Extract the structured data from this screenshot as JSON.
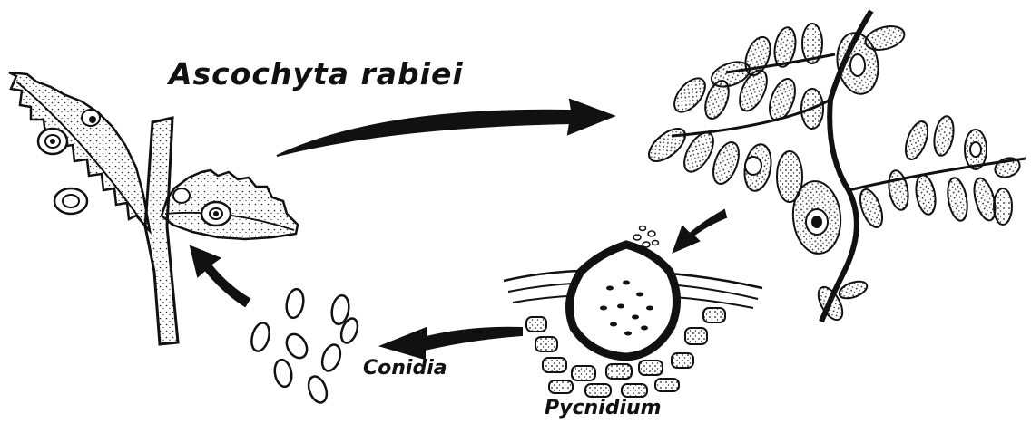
{
  "title": "Ascochyta rabiei",
  "labels": {
    "conidia": "Conidia",
    "pycnidium": "Pycnidium"
  },
  "colors": {
    "ink": "#111111",
    "paper": "#ffffff"
  }
}
